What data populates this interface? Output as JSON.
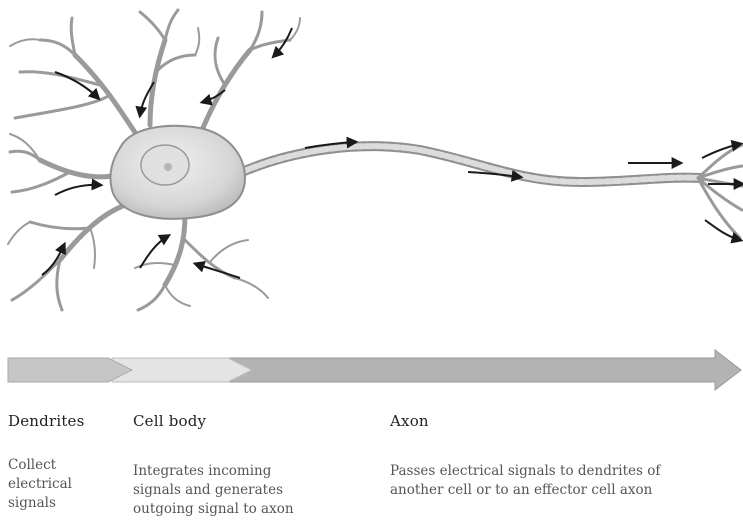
{
  "sections": [
    {
      "key": "dendrites",
      "label": "Dendrites",
      "description": "Collect\nelectrical\nsignals"
    },
    {
      "key": "cell-body",
      "label": "Cell body",
      "description": "Integrates incoming\nsignals and generates\noutgoing signal to axon"
    },
    {
      "key": "axon",
      "label": "Axon",
      "description": "Passes electrical signals to dendrites of\nanother cell or to an effector cell axon"
    }
  ],
  "colors": {
    "neuron_fill": "#e3e3e3",
    "neuron_stroke": "#8f8f8f",
    "signal_arrow": "#1a1a1a",
    "dendrite_band": "#c6c6c6",
    "cell_body_band": "#e4e4e4",
    "axon_band": "#b3b3b3"
  }
}
